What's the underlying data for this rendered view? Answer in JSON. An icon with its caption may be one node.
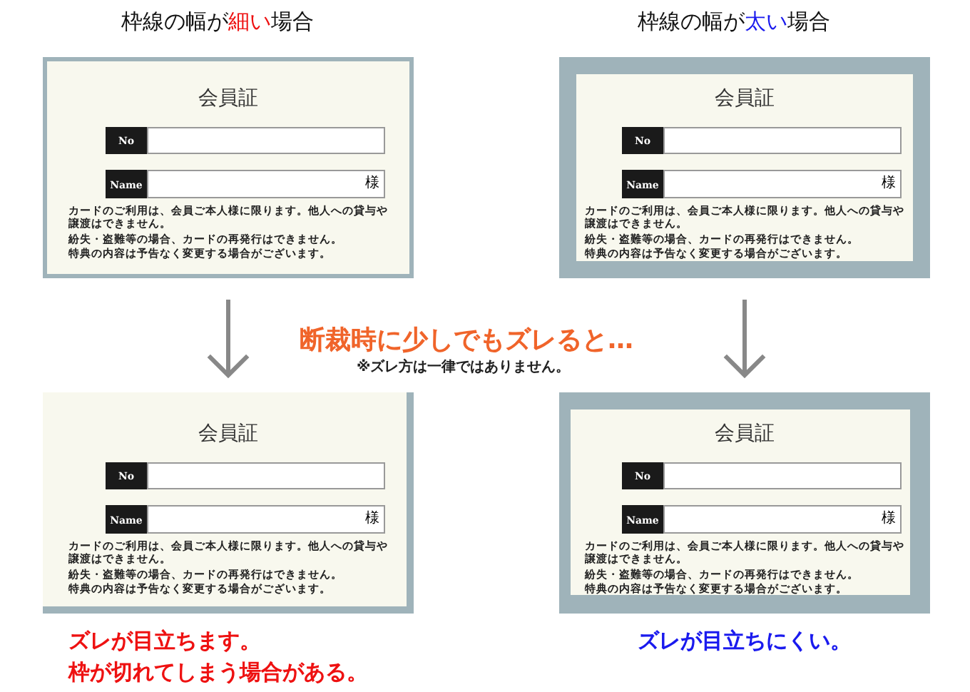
{
  "diagram": {
    "nodes": [
      {
        "text": [
          "会員証",
          "No",
          "Name",
          "様",
          "カードのご利用は、会員ご本人様に限ります。他人への貸与や譲渡はできません。",
          "紛失・盗難等の場合、カードの再発行はできません。",
          "特典の内容は予告なく変更する場合がございます。"
        ]
      },
      {
        "text": [
          "会員証",
          "No",
          "Name",
          "様",
          "カードのご利用は、会員ご本人様に限ります。他人への貸与や譲渡はできません。",
          "紛失・盗難等の場合、カードの再発行はできません。",
          "特典の内容は予告なく変更する場合がございます。"
        ]
      },
      {
        "text": [
          "会員証",
          "No",
          "Name",
          "様",
          "カードのご利用は、会員ご本人様に限ります。他人への貸与や譲渡はできません。",
          "紛失・盗難等の場合、カードの再発行はできません。",
          "特典の内容は予告なく変更する場合がございます。"
        ],
        "beside": [
          "ズレが目立ちます。",
          "枠が切れてしまう場合がある。"
        ]
      },
      {
        "text": [
          "会員証",
          "No",
          "Name",
          "様",
          "カードのご利用は、会員ご本人様に限ります。他人への貸与や譲渡はできません。",
          "紛失・盗難等の場合、カードの再発行はできません。",
          "特典の内容は予告なく変更する場合がございます。"
        ],
        "beside": [
          "ズレが目立ちにくい。"
        ]
      }
    ],
    "edges": [
      {
        "from": 0,
        "to": 2,
        "arrow": "to"
      },
      {
        "from": 1,
        "to": 3,
        "arrow": "to"
      }
    ],
    "labels": [
      "枠線の幅が",
      "細い",
      "場合",
      "枠線の幅が",
      "太い",
      "場合",
      "断裁時に少しでもズレると…",
      "※ズレ方は一律ではありません。"
    ]
  }
}
